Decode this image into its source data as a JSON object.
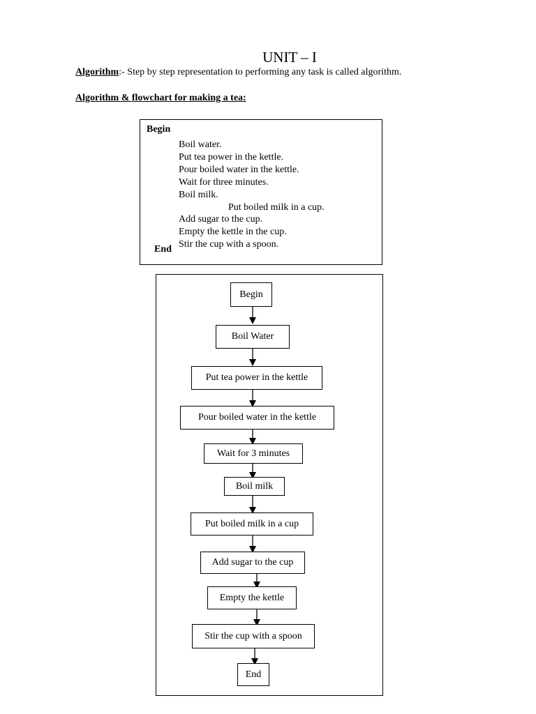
{
  "heading": "UNIT – I",
  "definition": {
    "term": "Algorithm",
    "separator": ":-",
    "text": "Step by step representation to performing any task is called algorithm."
  },
  "section_title": "Algorithm & flowchart for making a tea:",
  "algorithm": {
    "begin": "Begin",
    "end": "End",
    "steps": [
      "Boil water.",
      "Put tea power in the kettle.",
      "Pour boiled water in the kettle.",
      "Wait for three minutes.",
      "Boil milk.",
      "Put boiled milk in a cup.",
      "Add sugar to the cup.",
      "Empty the kettle in the cup.",
      "Stir the cup with a spoon."
    ]
  },
  "flowchart": {
    "nodes": [
      "Begin",
      "Boil Water",
      "Put tea power in the kettle",
      "Pour boiled water in the kettle",
      "Wait for 3 minutes",
      "Boil milk",
      "Put boiled milk in a cup",
      "Add sugar to the cup",
      "Empty the kettle",
      "Stir the cup with a spoon",
      "End"
    ]
  }
}
